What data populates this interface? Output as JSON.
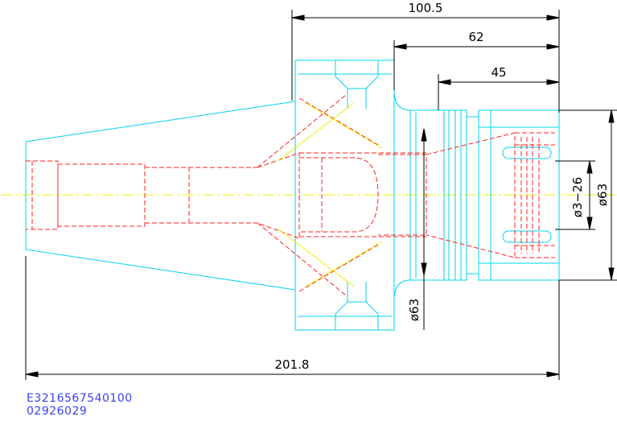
{
  "dimensions": {
    "overall_length": "201.8",
    "flange_to_end": "100.5",
    "body_length": "62",
    "nut_length": "45",
    "body_diameter": "ø63",
    "nut_diameter": "ø63",
    "clamping_range": "ø3−26"
  },
  "codes": {
    "part_number": "E3216567540100",
    "order_number": "02926029"
  },
  "colors": {
    "outline": "#00d4e8",
    "hidden": "#ff2020",
    "center": "#f0f000",
    "dimension": "#000000",
    "code_text": "#3b40f0"
  }
}
